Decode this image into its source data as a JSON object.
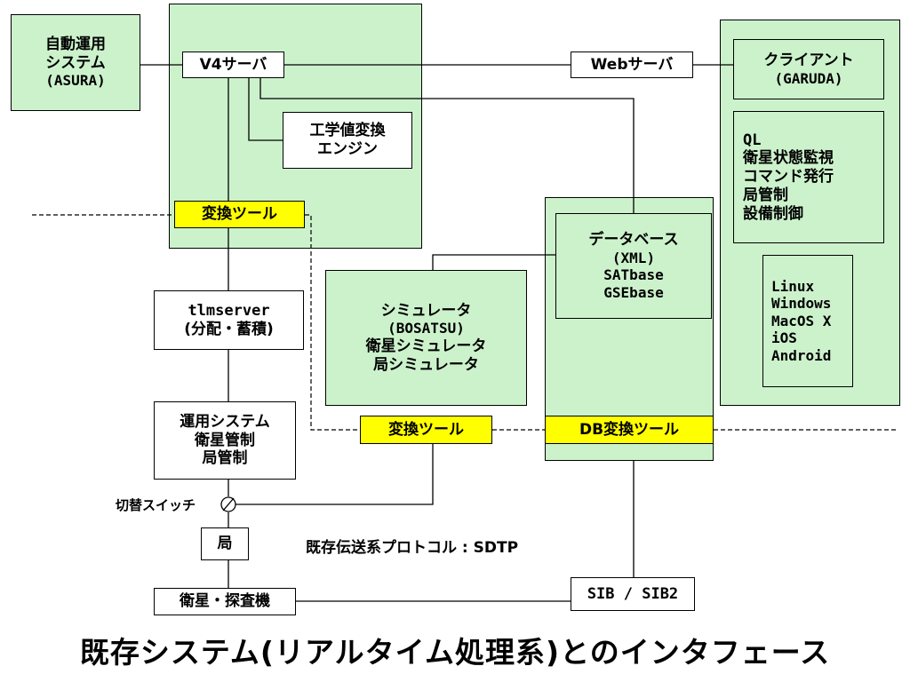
{
  "nodes": {
    "asura": [
      "自動運用",
      "システム",
      "(ASURA)"
    ],
    "v4server": "V4サーバ",
    "engine": [
      "工学値変換",
      "エンジン"
    ],
    "convert_tool_left": "変換ツール",
    "webserver": "Webサーバ",
    "client": [
      "クライアント",
      "(GARUDA)"
    ],
    "client_features": [
      "QL",
      "衛星状態監視",
      "コマンド発行",
      "局管制",
      "設備制御"
    ],
    "platforms": [
      "Linux",
      "Windows",
      "MacOS X",
      "iOS",
      "Android"
    ],
    "database": [
      "データベース",
      "(XML)",
      "SATbase",
      "GSEbase"
    ],
    "db_convert_tool": "DB変換ツール",
    "simulator": [
      "シミュレータ",
      "(BOSATSU)",
      "衛星シミュレータ",
      "局シミュレータ"
    ],
    "convert_tool_mid": "変換ツール",
    "tlmserver": [
      "tlmserver",
      "(分配・蓄積)"
    ],
    "ops_system": [
      "運用システム",
      "衛星管制",
      "局管制"
    ],
    "switch_label": "切替スイッチ",
    "station": "局",
    "protocol": "既存伝送系プロトコル : SDTP",
    "satellite": "衛星・探査機",
    "sib": "SIB / SIB2"
  },
  "caption": "既存システム(リアルタイム処理系)とのインタフェース",
  "colors": {
    "green": "#ccf2cc",
    "yellow": "#ffff00",
    "line": "#000000"
  }
}
